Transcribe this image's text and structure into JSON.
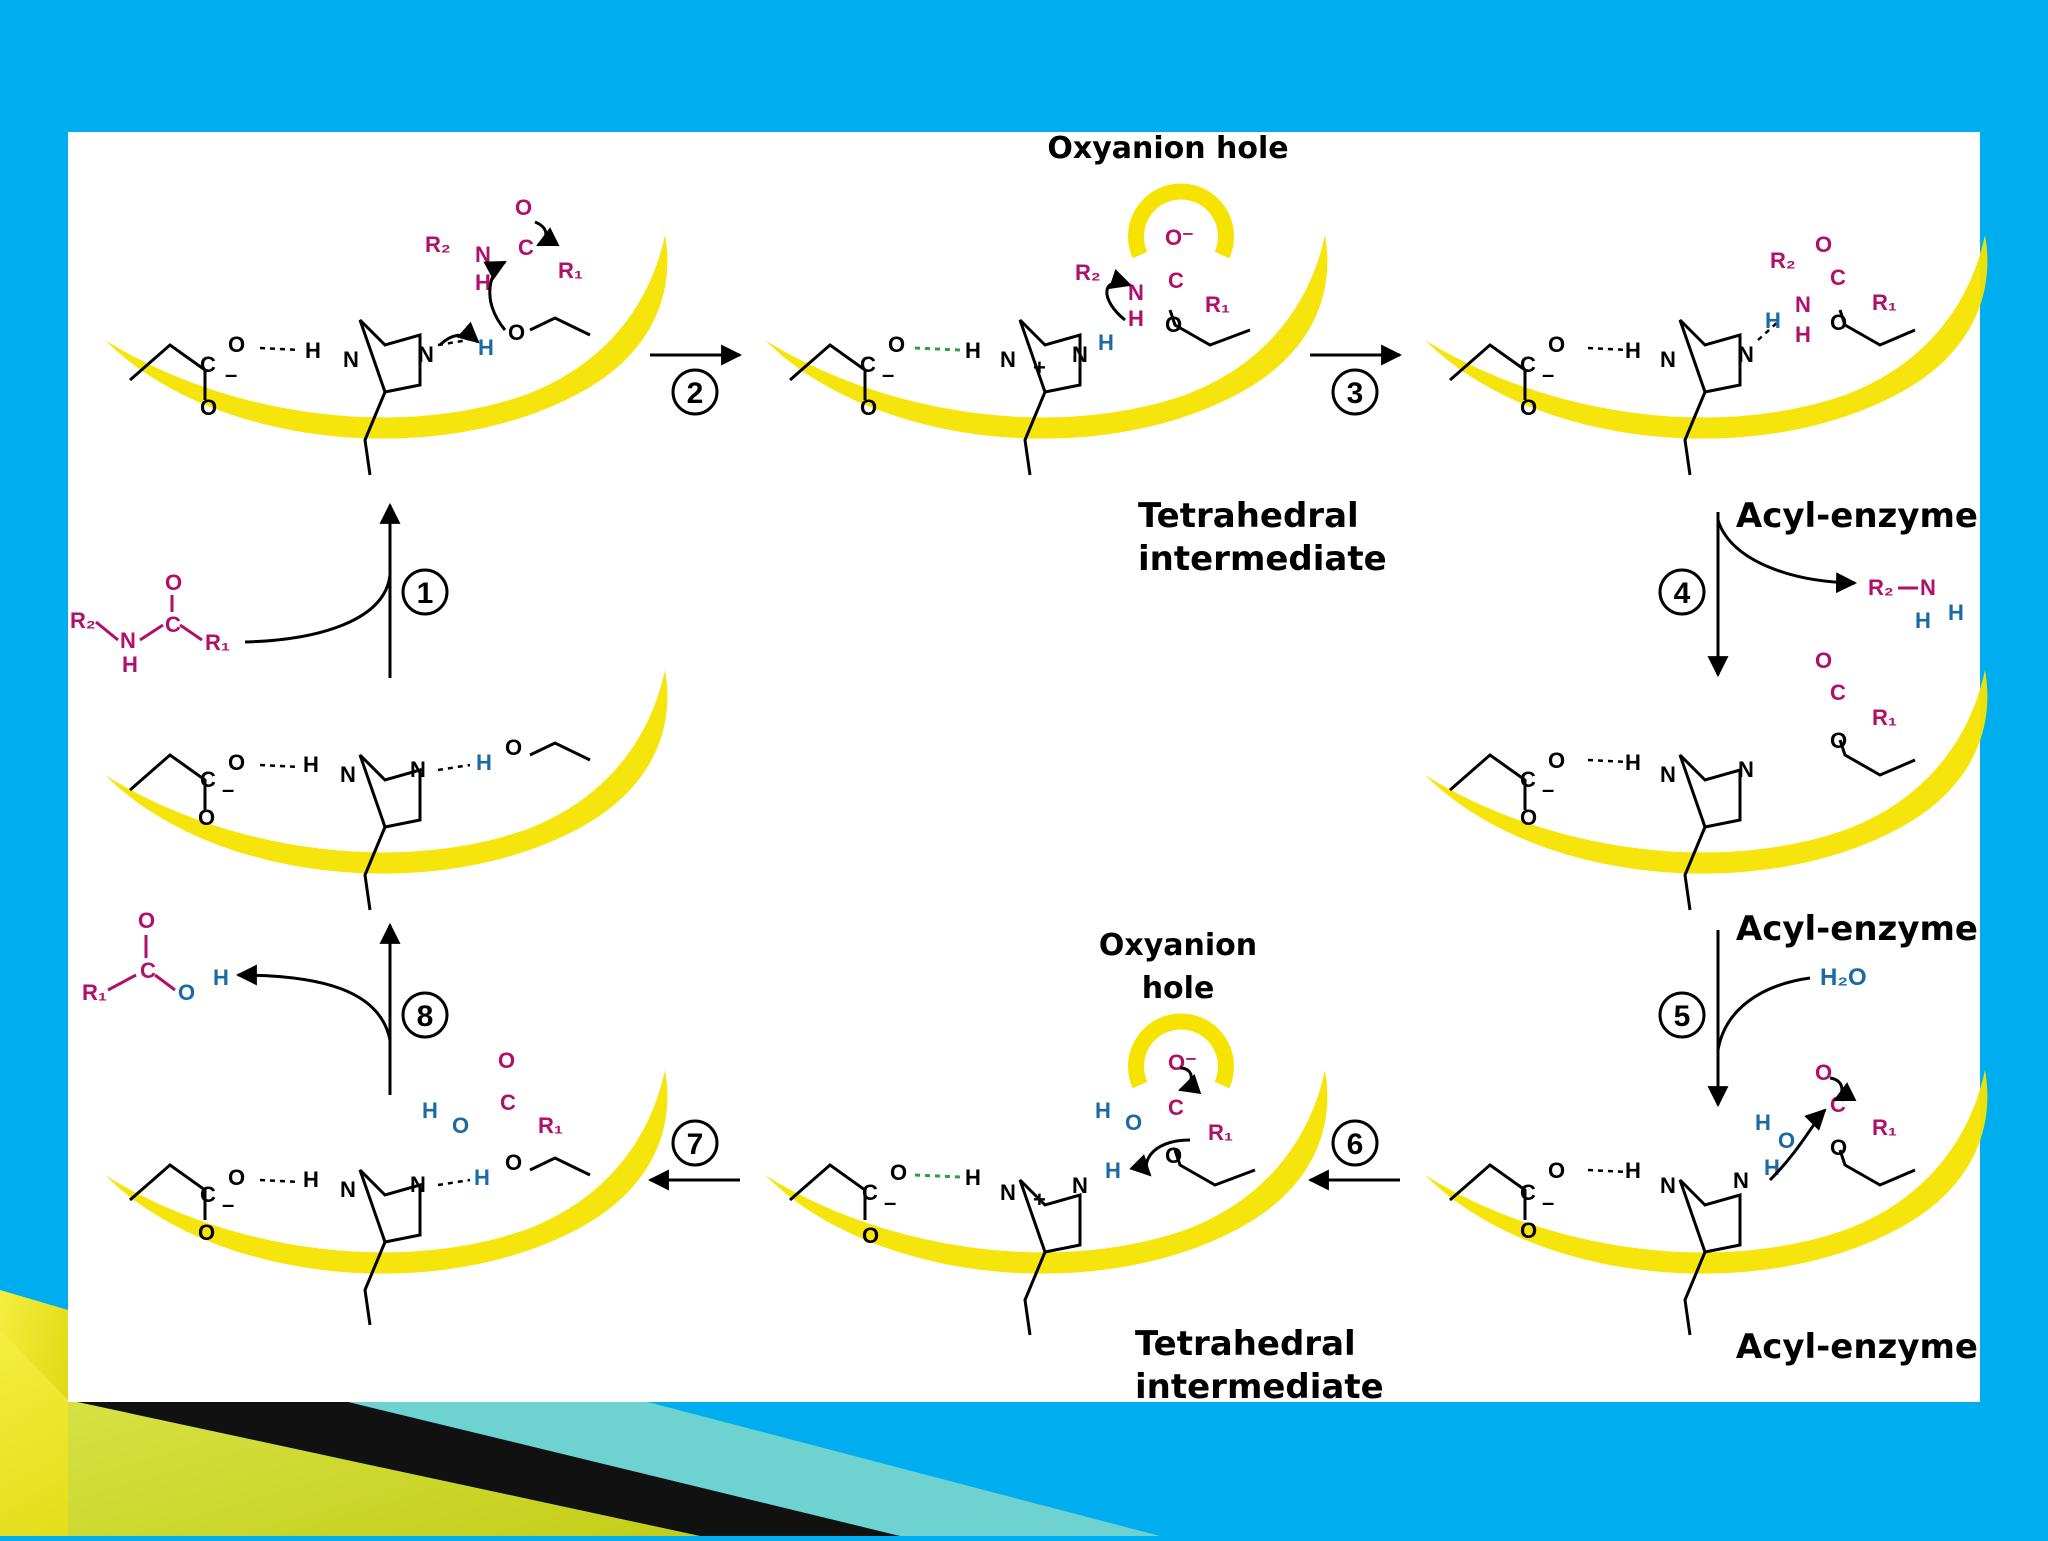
{
  "colors": {
    "background": "#00ADEF",
    "panel": "#FFFFFF",
    "enzyme": "#F6E400",
    "substrate": "#B0106A",
    "hydrogen": "#1B6AA6",
    "hbond_green": "#2E9E4A"
  },
  "labels": {
    "oxyanion_top": "Oxyanion hole",
    "oxyanion_bottom_1": "Oxyanion",
    "oxyanion_bottom_2": "hole",
    "tetra_top_1": "Tetrahedral",
    "tetra_top_2": "intermediate",
    "tetra_bot_1": "Tetrahedral",
    "tetra_bot_2": "intermediate",
    "acyl_1": "Acyl-enzyme",
    "acyl_2": "Acyl-enzyme",
    "acyl_3": "Acyl-enzyme",
    "water": "H₂O"
  },
  "steps": [
    "1",
    "2",
    "3",
    "4",
    "5",
    "6",
    "7",
    "8"
  ],
  "atoms": {
    "O": "O",
    "C": "C",
    "H": "H",
    "N": "N",
    "R1": "R₁",
    "R2": "R₂",
    "minus": "–",
    "plus": "+",
    "Ominus": "O⁻"
  }
}
